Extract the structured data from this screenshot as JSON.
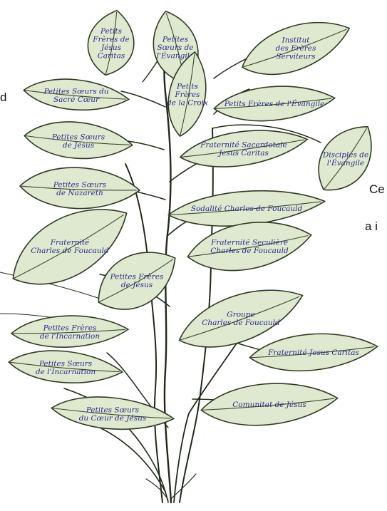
{
  "fragments": {
    "left": "d",
    "right_1": "Ce",
    "right_2": "a i"
  },
  "leaves": [
    {
      "id": "petits-freres-de-jesus-caritas",
      "lines": [
        "Petits",
        "Frères de",
        "Jésus",
        "Caritas"
      ]
    },
    {
      "id": "petites-soeurs-de-l-evangile",
      "lines": [
        "Petites",
        "Sœurs de",
        "l'Évangile"
      ]
    },
    {
      "id": "institut-des-freres-serviteurs",
      "lines": [
        "Institut",
        "des Frères",
        "Serviteurs"
      ]
    },
    {
      "id": "petites-soeurs-du-sacre-coeur",
      "lines": [
        "Petites Sœurs du",
        "Sacré Cœur"
      ]
    },
    {
      "id": "petits-freres-de-la-croix",
      "lines": [
        "Petits",
        "Frères",
        "de la Croix"
      ]
    },
    {
      "id": "petits-freres-de-l-evangile",
      "lines": [
        "Petits Frères de l'Évangile"
      ]
    },
    {
      "id": "petites-soeurs-de-jesus",
      "lines": [
        "Petites Sœurs",
        "de Jésus"
      ]
    },
    {
      "id": "fraternite-sacerdotale-jesus-caritas",
      "lines": [
        "Fraternité Sacerdotale",
        "Jesus Caritas"
      ]
    },
    {
      "id": "disciples-de-l-evangile",
      "lines": [
        "Disciples de",
        "l'Évangile"
      ]
    },
    {
      "id": "petites-soeurs-de-nazareth",
      "lines": [
        "Petites Sœurs",
        "de Nazareth"
      ]
    },
    {
      "id": "sodalite-charles-de-foucauld",
      "lines": [
        "Sodalité Charles de Foucauld"
      ]
    },
    {
      "id": "fraternite-charles-de-foucauld",
      "lines": [
        "Fraternité",
        "Charles de Foucauld"
      ]
    },
    {
      "id": "fraternite-seculiere-charles-de-foucauld",
      "lines": [
        "Fraternité Seculière",
        "Charles de Foucauld"
      ]
    },
    {
      "id": "petites-freres-de-jesus",
      "lines": [
        "Petites Frères",
        "de Jésus"
      ]
    },
    {
      "id": "groupe-charles-de-foucauld",
      "lines": [
        "Groupe",
        "Charles de Foucauld"
      ]
    },
    {
      "id": "petites-freres-de-l-incarnation",
      "lines": [
        "Petites Frères",
        "de l'Incarnation"
      ]
    },
    {
      "id": "fraternite-jesus-caritas",
      "lines": [
        "Fraternité Jesus Caritas"
      ]
    },
    {
      "id": "petites-soeurs-de-l-incarnation",
      "lines": [
        "Petites Sœurs",
        "de l'Incarnation"
      ]
    },
    {
      "id": "comunitat-de-jesus",
      "lines": [
        "Comunitat de Jésus"
      ]
    },
    {
      "id": "petites-soeurs-du-coeur-de-jesus",
      "lines": [
        "Petites Sœurs",
        "du Cœur de Jésus"
      ]
    }
  ]
}
